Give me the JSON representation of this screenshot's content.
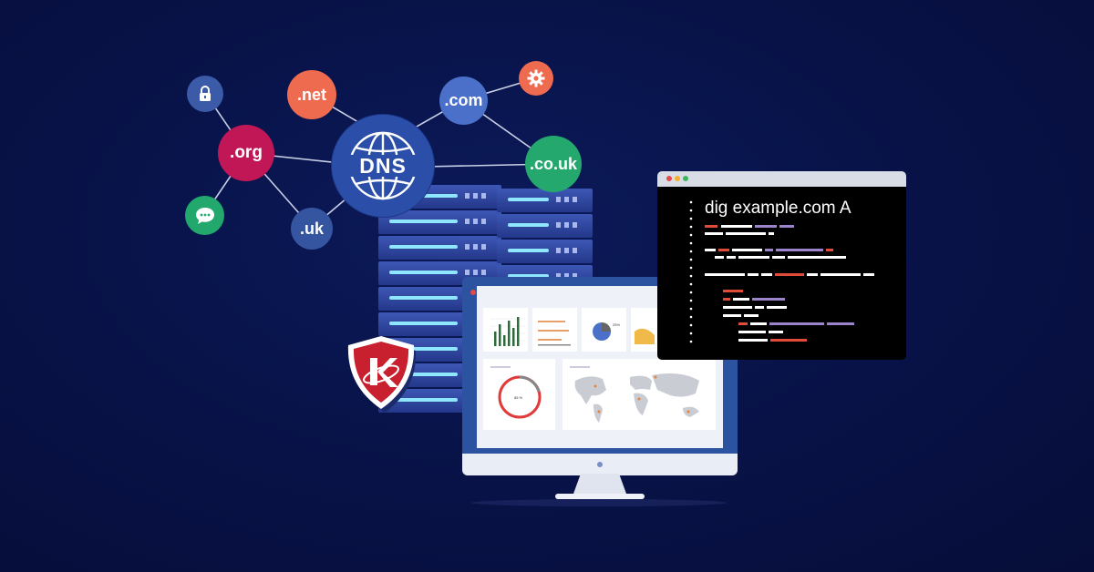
{
  "network": {
    "hub_label": "DNS",
    "nodes": [
      {
        "label": ".net"
      },
      {
        "label": ".com"
      },
      {
        "label": ".org"
      },
      {
        "label": ".co.uk"
      },
      {
        "label": ".uk"
      }
    ],
    "icons": [
      "lock-icon",
      "gear-icon",
      "chat-icon",
      "globe-icon"
    ]
  },
  "terminal": {
    "command": "dig example.com A"
  },
  "dashboard": {
    "donut_label": "85 %",
    "pie_label": "25%"
  },
  "colors": {
    "background": "#081349",
    "net": "#ee6b50",
    "com": "#4a70c9",
    "org": "#c21757",
    "couk": "#24a86d",
    "uk": "#3555a0",
    "shield": "#c8202e"
  }
}
